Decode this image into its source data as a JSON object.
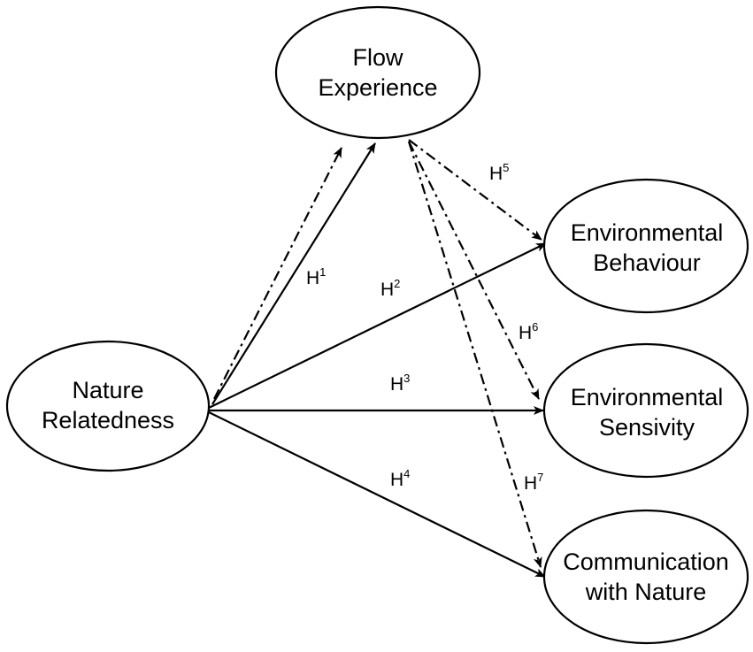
{
  "nodes": {
    "flow_experience": {
      "line1": "Flow",
      "line2": "Experience"
    },
    "nature_relatedness": {
      "line1": "Nature",
      "line2": "Relatedness"
    },
    "environmental_behaviour": {
      "line1": "Environmental",
      "line2": "Behaviour"
    },
    "environmental_sensivity": {
      "line1": "Environmental",
      "line2": "Sensivity"
    },
    "communication_with_nature": {
      "line1": "Communication",
      "line2": "with Nature"
    }
  },
  "hypotheses": {
    "h1": {
      "letter": "H",
      "number": "1"
    },
    "h2": {
      "letter": "H",
      "number": "2"
    },
    "h3": {
      "letter": "H",
      "number": "3"
    },
    "h4": {
      "letter": "H",
      "number": "4"
    },
    "h5": {
      "letter": "H",
      "number": "5"
    },
    "h6": {
      "letter": "H",
      "number": "6"
    },
    "h7": {
      "letter": "H",
      "number": "7"
    }
  },
  "colors": {
    "stroke": "#000000",
    "background": "#ffffff"
  }
}
